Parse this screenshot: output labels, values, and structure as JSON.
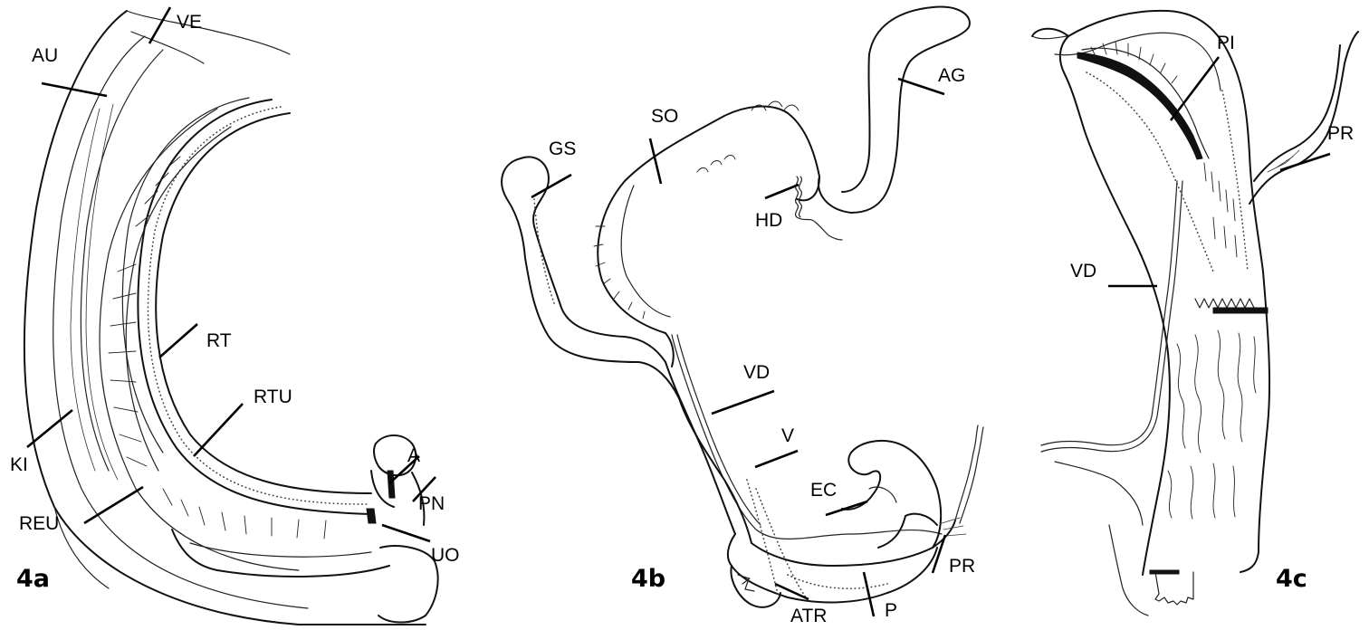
{
  "panels": [
    {
      "id": "4a",
      "label": "4a",
      "structure_labels": [
        "VE",
        "AU",
        "RT",
        "RTU",
        "KI",
        "REU",
        "A",
        "PN",
        "UO"
      ]
    },
    {
      "id": "4b",
      "label": "4b",
      "structure_labels": [
        "AG",
        "SO",
        "GS",
        "HD",
        "VD",
        "V",
        "EC",
        "PR",
        "ATR",
        "P"
      ]
    },
    {
      "id": "4c",
      "label": "4c",
      "structure_labels": [
        "PI",
        "PR",
        "VD"
      ]
    }
  ]
}
